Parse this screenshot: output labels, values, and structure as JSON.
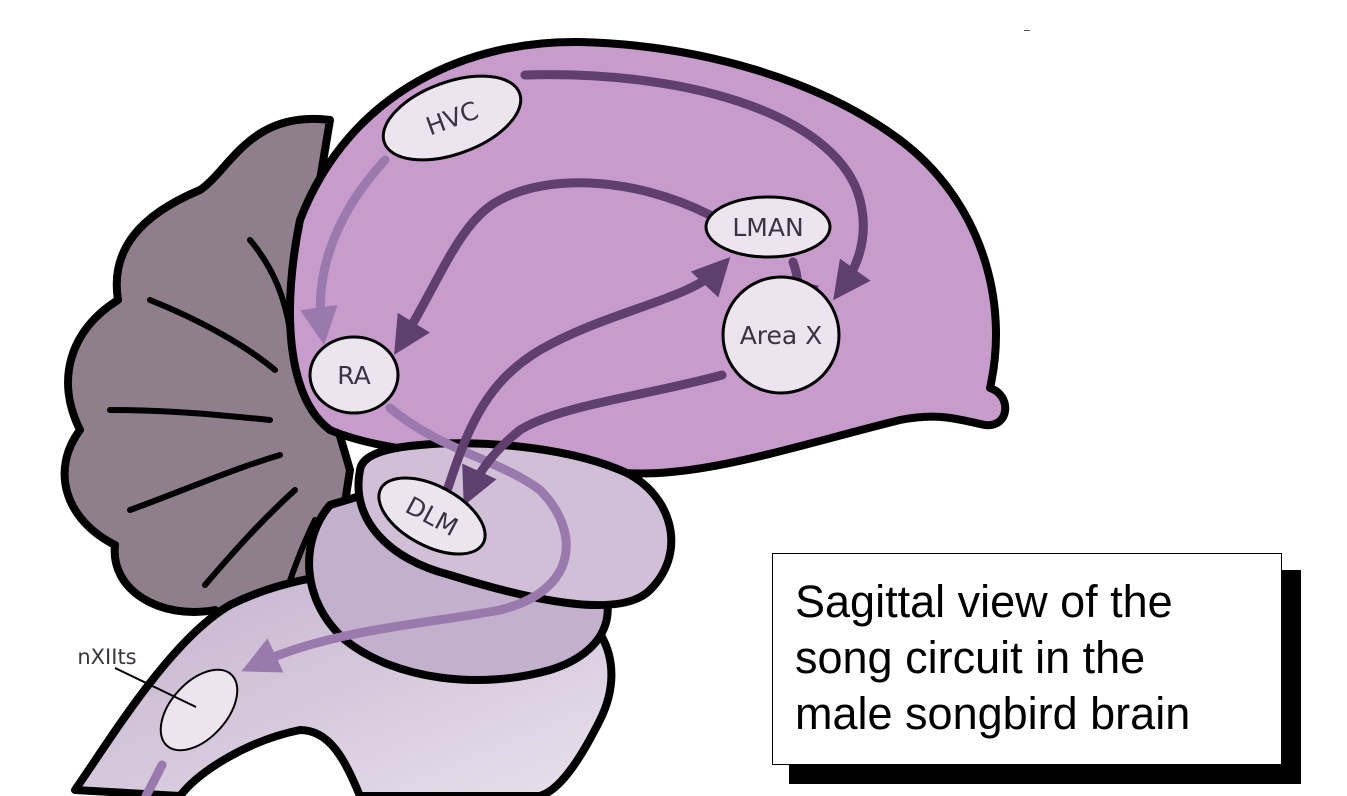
{
  "nuclei": {
    "hvc": "HVC",
    "lman": "LMAN",
    "area_x": "Area X",
    "ra": "RA",
    "dlm": "DLM",
    "nxiits": "nXIIts"
  },
  "caption": {
    "text": "Sagittal view of the\nsong circuit in the\nmale songbird brain"
  },
  "colors": {
    "telencephalon": "#c79ccc",
    "thalamus": "#d0bfd6",
    "brainstem": "#c3b0cc",
    "cerebellum": "#8f7e8c",
    "nucleus_fill": "#ece4ee",
    "arrow_dark": "#5f3f6e",
    "arrow_light": "#9a7aad",
    "outline": "#000000"
  }
}
